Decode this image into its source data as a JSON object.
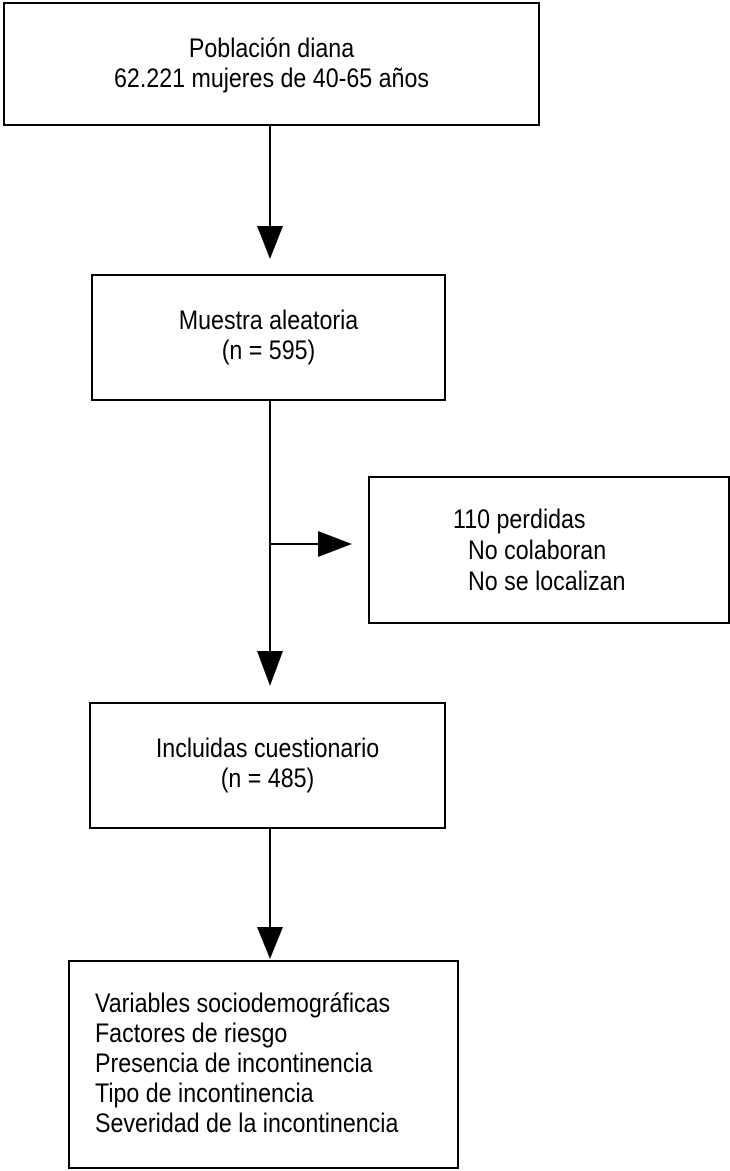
{
  "diagram": {
    "boxes": {
      "target_population": {
        "lines": [
          "Población diana",
          "62.221 mujeres de 40-65 años"
        ]
      },
      "random_sample": {
        "lines": [
          "Muestra aleatoria",
          "(n = 595)"
        ]
      },
      "lost": {
        "lines": [
          "110 perdidas",
          "No colaboran",
          "No se localizan"
        ]
      },
      "included": {
        "lines": [
          "Incluidas cuestionario",
          "(n = 485)"
        ]
      },
      "variables": {
        "lines": [
          "Variables sociodemográficas",
          "Factores de riesgo",
          "Presencia de incontinencia",
          "Tipo de incontinencia",
          "Severidad de la incontinencia"
        ]
      }
    },
    "colors": {
      "stroke": "#000000",
      "background": "#ffffff"
    }
  }
}
